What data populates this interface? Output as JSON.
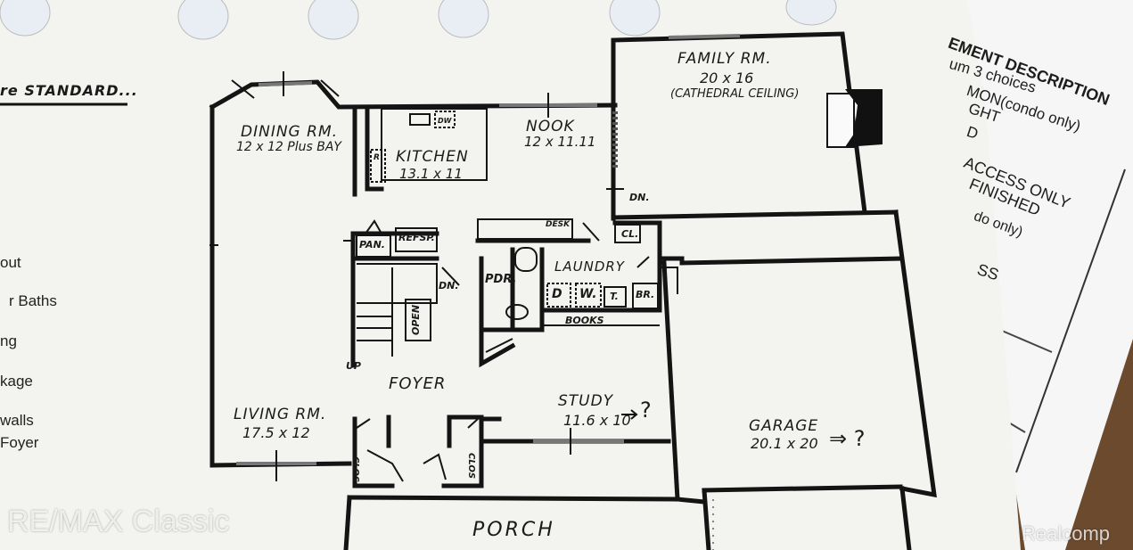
{
  "header": {
    "standard_heading": "re STANDARD..."
  },
  "rooms": {
    "family": {
      "name": "FAMILY RM.",
      "dims": "20 x 16",
      "note": "(CATHEDRAL CEILING)"
    },
    "dining": {
      "name": "DINING RM.",
      "dims": "12 x 12 Plus BAY"
    },
    "kitchen": {
      "name": "KITCHEN",
      "dims": "13.1 x 11"
    },
    "nook": {
      "name": "NOOK",
      "dims": "12 x 11.11"
    },
    "laundry": {
      "name": "LAUNDRY"
    },
    "foyer": {
      "name": "FOYER"
    },
    "living": {
      "name": "LIVING RM.",
      "dims": "17.5 x 12"
    },
    "study": {
      "name": "STUDY",
      "dims": "11.6 x 10",
      "mark": "?"
    },
    "garage": {
      "name": "GARAGE",
      "dims": "20.1 x 20",
      "mark": "⇒ ?"
    },
    "porch": {
      "name": "PORCH"
    }
  },
  "fixtures": {
    "dn_nook": "DN.",
    "cl": "CL.",
    "desk": "DESK",
    "pan": "PAN.",
    "refsp": "REFSP.",
    "dn_stair": "DN.",
    "pdr": "PDR.",
    "d": "D",
    "w": "W.",
    "t": "T.",
    "br": "BR.",
    "books": "BOOKS",
    "open": "OPEN",
    "up": "UP",
    "clos_left": "CLOS",
    "clos_right": "CLOS",
    "dw": "DW",
    "r": "R"
  },
  "left_list": [
    "out",
    "r Baths",
    "ng",
    "kage",
    "walls",
    "Foyer"
  ],
  "right_sheet": {
    "heading": "EMENT DESCRIPTION",
    "lines": [
      "um 3 choices",
      "MON(condo only)",
      "GHT",
      "D",
      "ACCESS ONLY",
      "FINISHED",
      "do only)",
      "SS"
    ]
  },
  "watermarks": {
    "left": "RE/MAX Classic",
    "right": "Realcomp"
  },
  "colors": {
    "background": "#6b4a2e",
    "paper": "#f4f4f0",
    "ink": "#141414",
    "sheet2": "#f7f7f7"
  }
}
